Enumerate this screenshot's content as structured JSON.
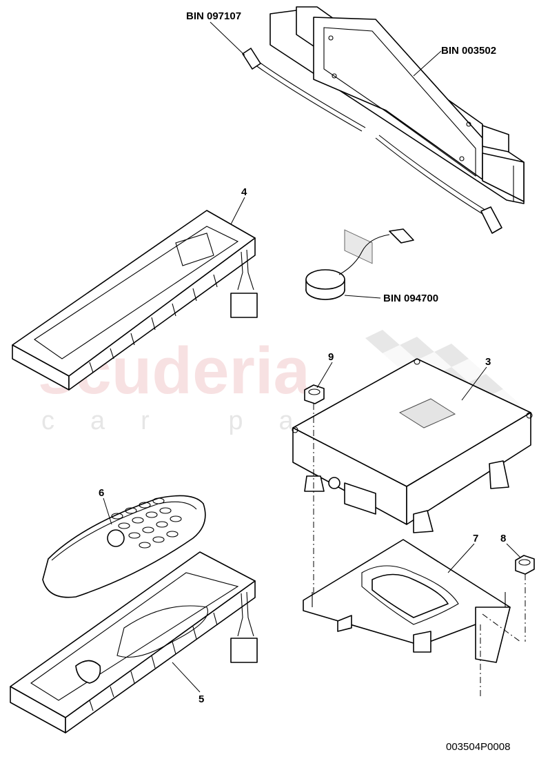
{
  "watermark": {
    "brand": "scuderia",
    "tagline": "car parts"
  },
  "callouts": {
    "bin_097107": "BIN 097107",
    "bin_003502": "BIN 003502",
    "bin_094700": "BIN 094700",
    "part_3": "3",
    "part_4": "4",
    "part_5": "5",
    "part_6": "6",
    "part_7": "7",
    "part_8": "8",
    "part_9": "9"
  },
  "drawing_ref": "003504P0008"
}
